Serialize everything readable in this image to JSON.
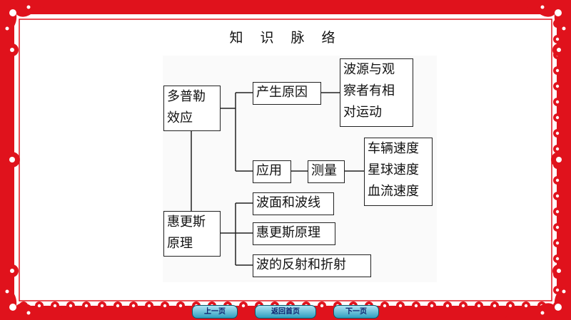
{
  "title": "知 识 脉 络",
  "nodes": {
    "doppler": "多普勒\n效应",
    "cause": "产生原因",
    "relative_motion": "波源与观\n察者有相\n对运动",
    "application": "应用",
    "measure": "测量",
    "speeds": "车辆速度\n星球速度\n血流速度",
    "huygens": "惠更斯\n原理",
    "wavefront": "波面和波线",
    "huygens_principle": "惠更斯原理",
    "reflection": "波的反射和折射"
  },
  "nav": {
    "prev": "上一页",
    "home": "返回首页",
    "next": "下一页"
  },
  "colors": {
    "border_red": "#e0121c",
    "button_top": "#aee3f2",
    "button_bottom": "#2f9fbf"
  }
}
